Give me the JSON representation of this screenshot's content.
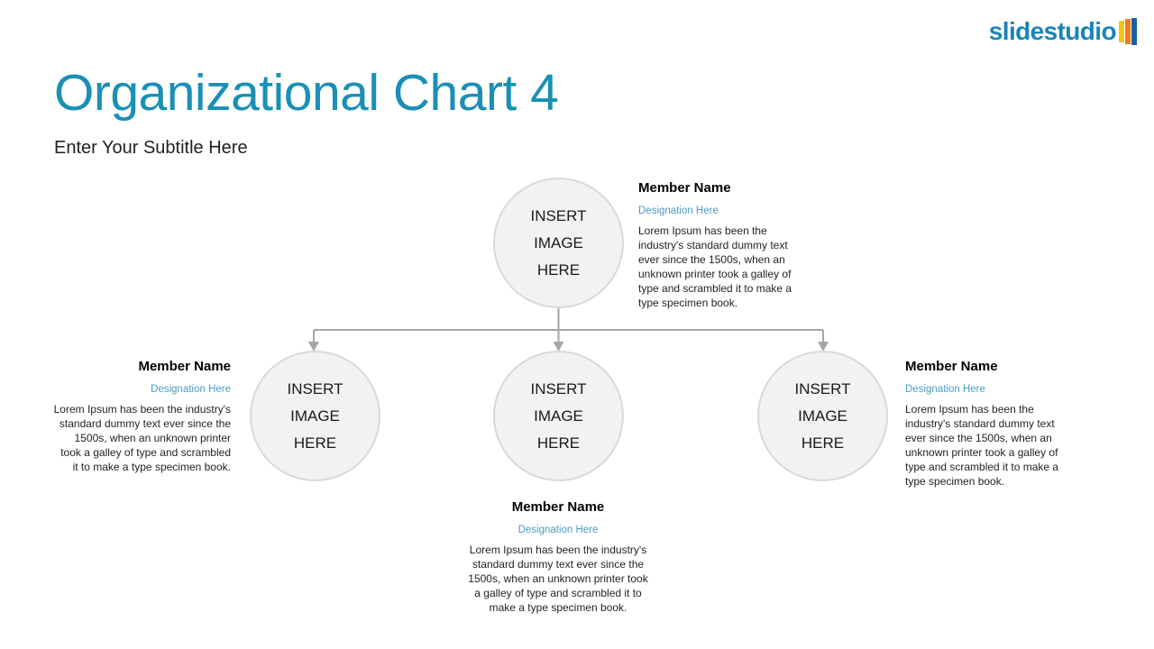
{
  "logo": {
    "text": "slidestudio",
    "mark_colors": [
      "#f5c518",
      "#ef7d1a",
      "#1b5fa8"
    ],
    "text_color": "#1b84b8"
  },
  "header": {
    "title": "Organizational Chart 4",
    "subtitle": "Enter Your Subtitle Here",
    "title_color": "#1b8fb5"
  },
  "placeholders": {
    "line1": "INSERT",
    "line2": "IMAGE",
    "line3": "HERE"
  },
  "colors": {
    "accent": "#1b8fb5",
    "designation": "#4a9cc4",
    "circle_fill": "#f2f2f2",
    "circle_border": "#d9d9d9",
    "connector": "#a6a6a6",
    "body_text": "#231f20"
  },
  "nodes": [
    {
      "id": "top",
      "name": "Member Name",
      "designation": "Designation Here",
      "description": "Lorem Ipsum has been the industry's standard dummy text ever since the 1500s, when an unknown printer took a galley of type and scrambled it to make a type specimen book.",
      "align": "left"
    },
    {
      "id": "left",
      "name": "Member Name",
      "designation": "Designation Here",
      "description": "Lorem Ipsum has been the industry's standard dummy text ever since the 1500s, when an unknown printer took a galley of type and scrambled it to make a type specimen book.",
      "align": "right"
    },
    {
      "id": "mid",
      "name": "Member Name",
      "designation": "Designation Here",
      "description": "Lorem Ipsum has been the industry's standard dummy text ever since the 1500s, when an unknown printer took a galley of type and scrambled it to make a type specimen book.",
      "align": "center"
    },
    {
      "id": "right",
      "name": "Member Name",
      "designation": "Designation Here",
      "description": "Lorem Ipsum has been the industry's standard dummy text ever since the 1500s, when an unknown printer took a galley of type and scrambled it to make a type specimen book.",
      "align": "left"
    }
  ]
}
